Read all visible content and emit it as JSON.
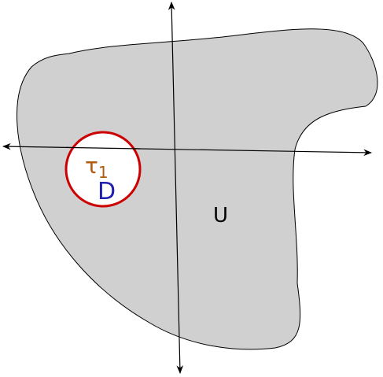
{
  "region_label": "U",
  "circle_label": "τ",
  "circle_label_subscript": "1",
  "disk_label": "D",
  "colors": {
    "region_fill": "#d0d0d0",
    "region_stroke": "#000000",
    "axis": "#000000",
    "circle_stroke": "#cc0000",
    "circle_fill": "#ffffff",
    "tau_label": "#b05a10",
    "disk_label": "#2020b0",
    "region_label": "#000000"
  }
}
